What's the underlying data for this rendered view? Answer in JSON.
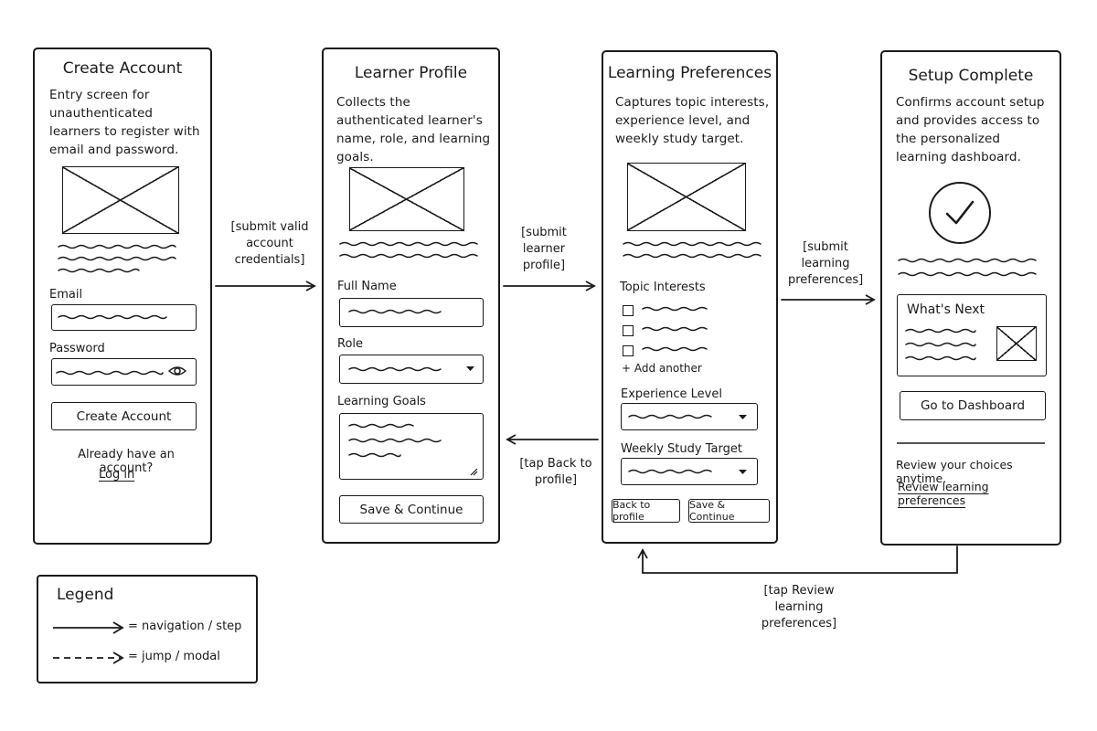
{
  "screens": {
    "create_account": {
      "title": "Create Account",
      "description": "Entry screen for unauthenticated learners to register with email and password.",
      "email_label": "Email",
      "password_label": "Password",
      "button": "Create Account",
      "login_prompt": "Already have an account?",
      "login_link": "Log in"
    },
    "learner_profile": {
      "title": "Learner Profile",
      "description": "Collects the authenticated learner's name, role, and learning goals.",
      "full_name_label": "Full Name",
      "role_label": "Role",
      "goals_label": "Learning Goals",
      "button": "Save & Continue"
    },
    "learning_preferences": {
      "title": "Learning Preferences",
      "description": "Captures topic interests, experience level, and weekly study target.",
      "topics_label": "Topic Interests",
      "add_another": "+ Add another",
      "experience_label": "Experience Level",
      "weekly_label": "Weekly Study Target",
      "back_button": "Back to profile",
      "save_button": "Save & Continue"
    },
    "setup_complete": {
      "title": "Setup Complete",
      "description": "Confirms account setup and provides access to the personalized learning dashboard.",
      "whats_next": "What's Next",
      "button": "Go to Dashboard",
      "review_text": "Review your choices anytime.",
      "review_link": "Review learning preferences"
    }
  },
  "transitions": {
    "t1": "[submit valid account credentials]",
    "t2": "[submit learner profile]",
    "t3": "[submit learning preferences]",
    "t4": "[tap Back to profile]",
    "t5": "[tap Review learning preferences]"
  },
  "legend": {
    "title": "Legend",
    "solid": "= navigation / step",
    "dashed": "= jump / modal"
  }
}
